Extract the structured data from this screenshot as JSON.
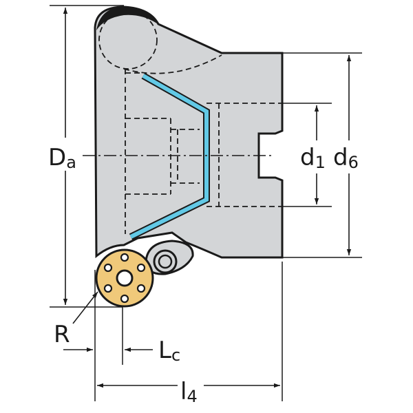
{
  "labels": {
    "Da_main": "D",
    "Da_sub": "a",
    "d1_main": "d",
    "d1_sub": "1",
    "d6_main": "d",
    "d6_sub": "6",
    "R": "R",
    "Lc_main": "L",
    "Lc_sub": "c",
    "l4_main": "l",
    "l4_sub": "4"
  },
  "colors": {
    "body": "#d3d5d7",
    "outline": "#1a1a1a",
    "coolant": "#62c9e6",
    "insert": "#f0c97a"
  }
}
